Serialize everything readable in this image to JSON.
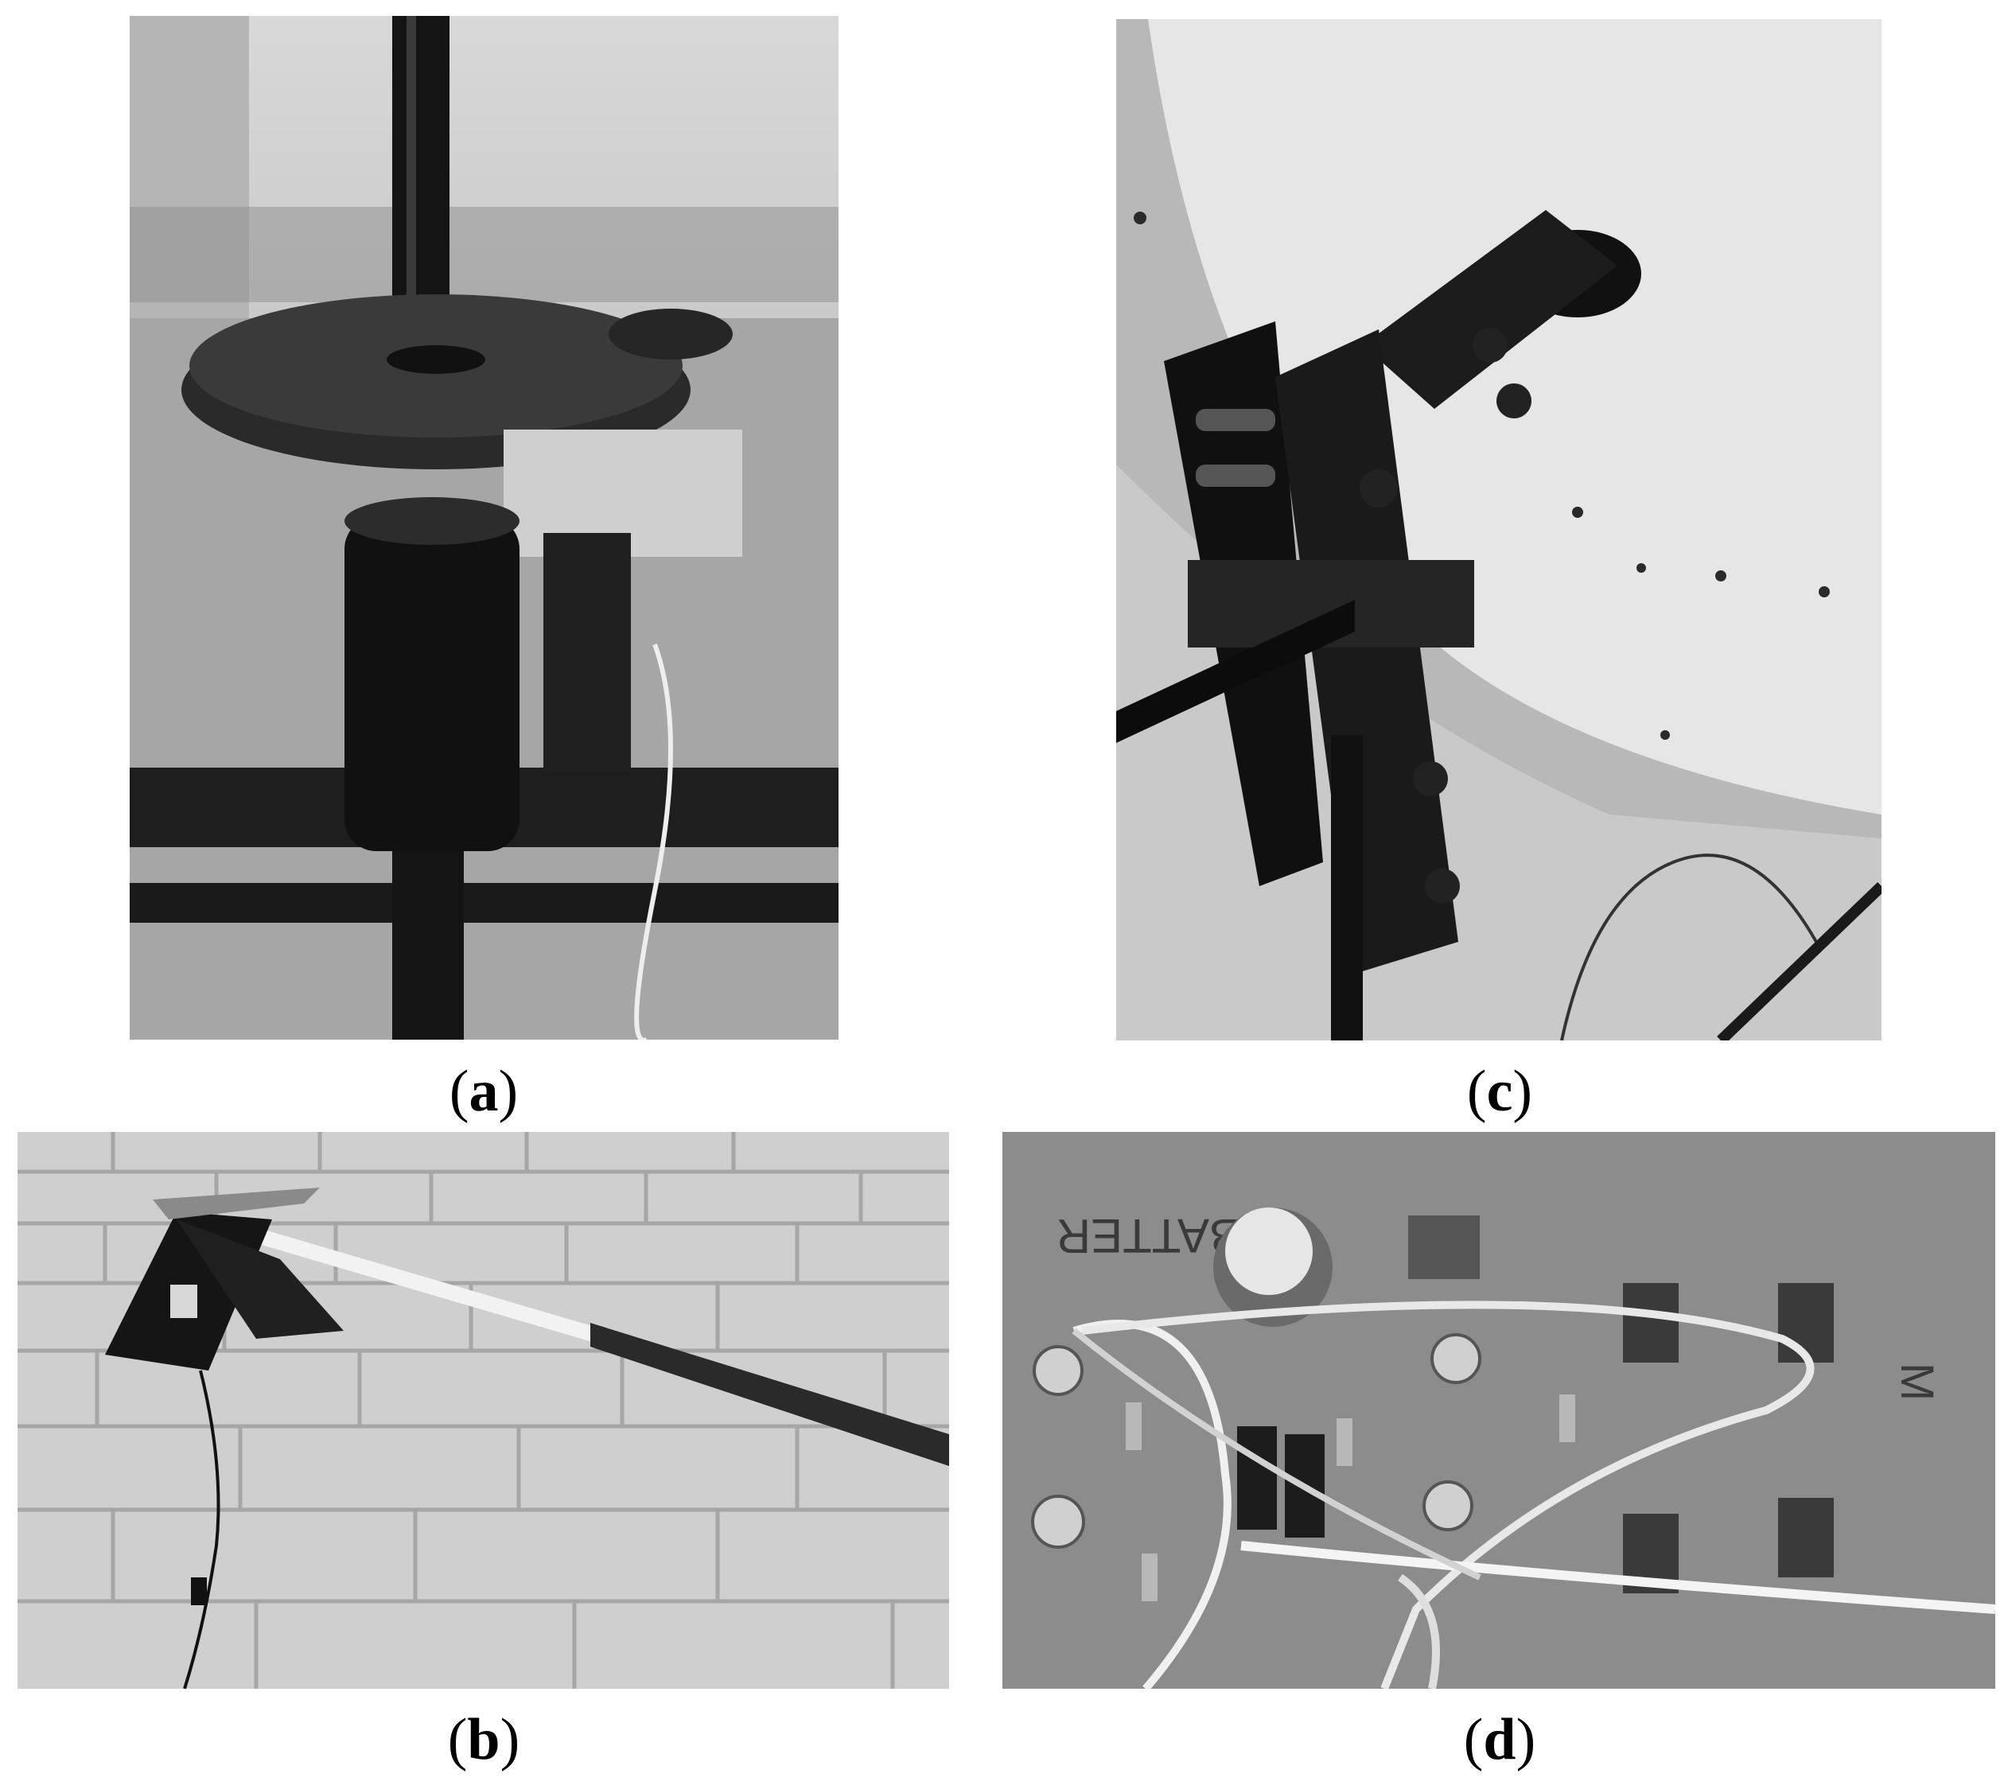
{
  "figure": {
    "panels": [
      {
        "id": "a",
        "label": "a",
        "subject": "gear-mechanism-photo"
      },
      {
        "id": "c",
        "label": "c",
        "subject": "bracket-mount-photo"
      },
      {
        "id": "b",
        "label": "b",
        "subject": "sensor-on-rod-photo"
      },
      {
        "id": "d",
        "label": "d",
        "subject": "circuit-board-photo"
      }
    ],
    "board_text": {
      "batter": "BATTER",
      "m": "M"
    }
  }
}
